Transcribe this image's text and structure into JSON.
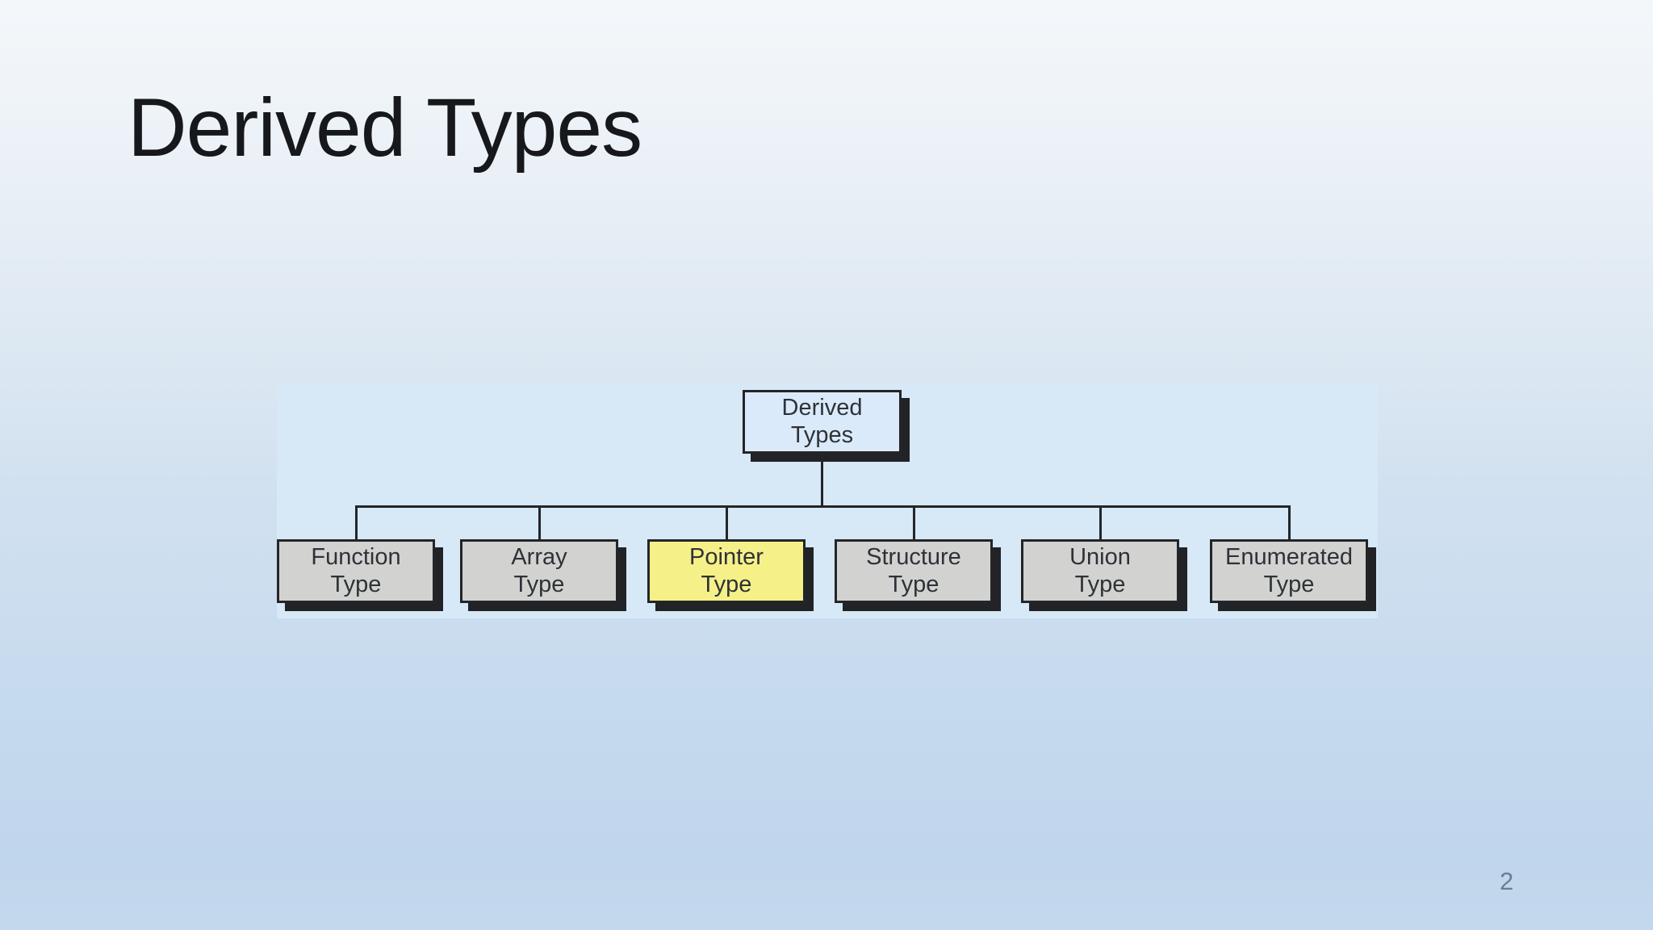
{
  "slide": {
    "title": "Derived Types",
    "page_number": "2"
  },
  "diagram": {
    "root": {
      "label": "Derived\nTypes",
      "fill": "#dbeafa"
    },
    "children": [
      {
        "label": "Function\nType",
        "fill": "#d2d3d1",
        "highlighted": false
      },
      {
        "label": "Array\nType",
        "fill": "#d2d3d1",
        "highlighted": false
      },
      {
        "label": "Pointer\nType",
        "fill": "#f6f088",
        "highlighted": true
      },
      {
        "label": "Structure\nType",
        "fill": "#d2d3d1",
        "highlighted": false
      },
      {
        "label": "Union\nType",
        "fill": "#d2d3d1",
        "highlighted": false
      },
      {
        "label": "Enumerated\nType",
        "fill": "#d2d3d1",
        "highlighted": false
      }
    ],
    "colors": {
      "panel_background": "#d7e8f7",
      "box_border": "#232528",
      "box_shadow": "#222327",
      "connector": "#232528",
      "highlight_yellow": "#f6f088",
      "default_gray": "#d2d3d1",
      "text": "#2e3237"
    }
  }
}
